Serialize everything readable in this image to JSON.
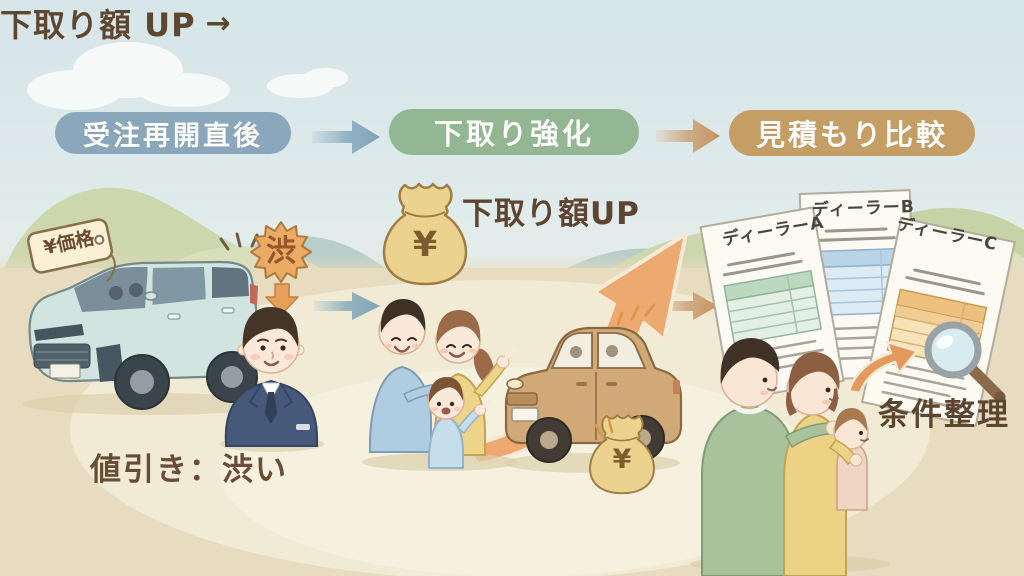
{
  "stages": [
    {
      "label": "受注再開直後",
      "color": "#8ba7bb"
    },
    {
      "label": "下取り強化",
      "color": "#93b793"
    },
    {
      "label": "見積もり比較",
      "color": "#c59e66"
    }
  ],
  "left_scene": {
    "price_tag_label": "¥価格",
    "burst_label": "渋",
    "caption": "値引き：渋い"
  },
  "middle_scene": {
    "moneybag_top_symbol": "¥",
    "headline": "下取り額UP",
    "caption": "下取り額 UP",
    "caption_arrow": "→",
    "moneybag_bottom_symbol": "¥"
  },
  "right_scene": {
    "documents": [
      {
        "title": "ディーラーA"
      },
      {
        "title": "ディーラーB"
      },
      {
        "title": "ディーラーC"
      }
    ],
    "caption": "条件整理"
  },
  "palette": {
    "text_brown": "#5e4833",
    "arrow_blue": "#7fa3b8",
    "arrow_tan": "#cda077",
    "arrow_orange": "#ecaa70",
    "burst_orange": "#ecab63"
  }
}
